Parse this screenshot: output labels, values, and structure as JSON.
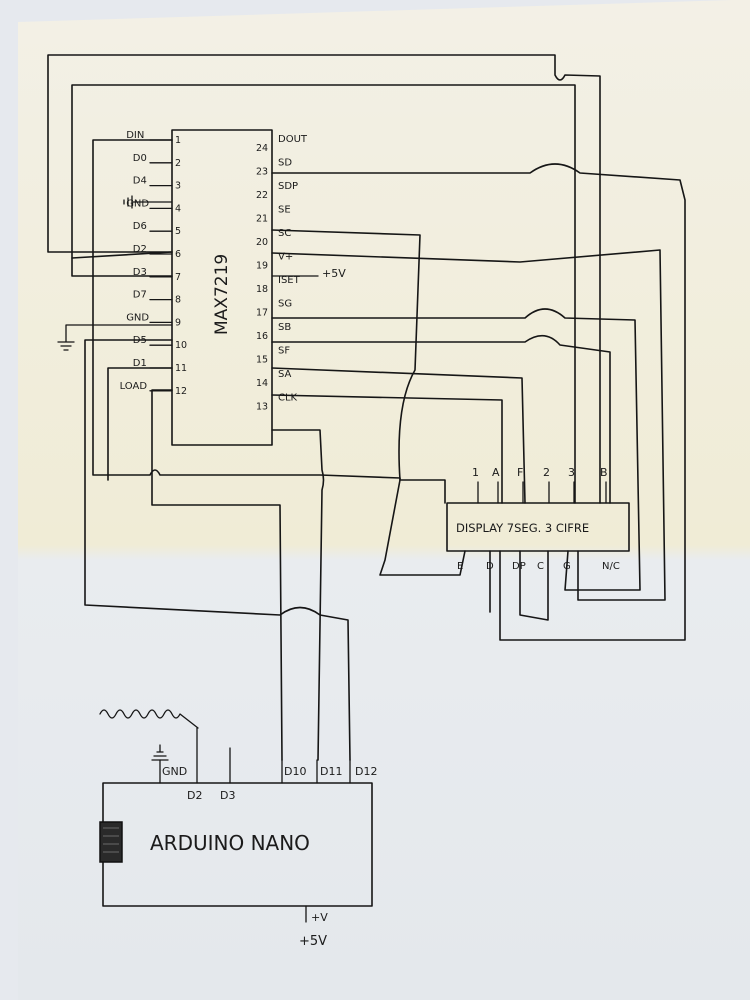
{
  "max7219": {
    "name": "MAX7219",
    "left_pins": [
      {
        "num": "1",
        "label": "DIN"
      },
      {
        "num": "2",
        "label": "D0"
      },
      {
        "num": "3",
        "label": "D4"
      },
      {
        "num": "4",
        "label": "GND"
      },
      {
        "num": "5",
        "label": "D6"
      },
      {
        "num": "6",
        "label": "D2"
      },
      {
        "num": "7",
        "label": "D3"
      },
      {
        "num": "8",
        "label": "D7"
      },
      {
        "num": "9",
        "label": "GND"
      },
      {
        "num": "10",
        "label": "D5"
      },
      {
        "num": "11",
        "label": "D1"
      },
      {
        "num": "12",
        "label": "LOAD"
      }
    ],
    "right_pins": [
      {
        "num": "24",
        "label": "DOUT"
      },
      {
        "num": "23",
        "label": "SD"
      },
      {
        "num": "22",
        "label": "SDP"
      },
      {
        "num": "21",
        "label": "SE"
      },
      {
        "num": "20",
        "label": "SC"
      },
      {
        "num": "19",
        "label": "V+"
      },
      {
        "num": "18",
        "label": "ISET"
      },
      {
        "num": "17",
        "label": "SG"
      },
      {
        "num": "16",
        "label": "SB"
      },
      {
        "num": "15",
        "label": "SF"
      },
      {
        "num": "14",
        "label": "SA"
      },
      {
        "num": "13",
        "label": "CLK"
      }
    ],
    "vplus_label": "+5V"
  },
  "display": {
    "name": "DISPLAY 7SEG. 3 CIFRE",
    "top_pins": [
      "1",
      "A",
      "F",
      "2",
      "3",
      "B"
    ],
    "bottom_pins": [
      "E",
      "D",
      "DP",
      "C",
      "G",
      "N/C"
    ]
  },
  "arduino": {
    "name": "ARDUINO NANO",
    "pins": [
      "GND",
      "D2",
      "D3",
      "D10",
      "D11",
      "D12"
    ],
    "power_pin": "+V",
    "power_label": "+5V"
  }
}
